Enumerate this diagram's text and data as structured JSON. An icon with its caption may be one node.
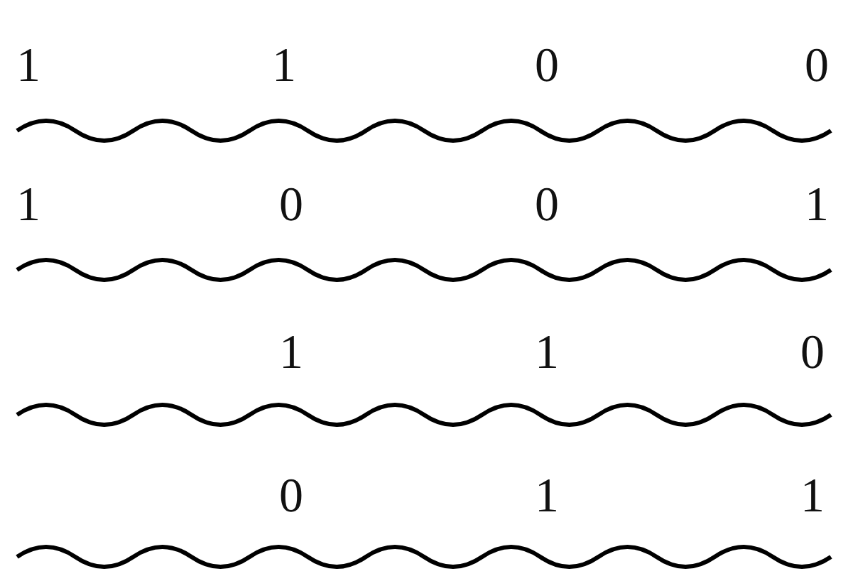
{
  "diagram": {
    "labels": [
      "1",
      "1",
      "0",
      "0",
      "1",
      "0",
      "0",
      "1",
      "1",
      "1",
      "0",
      "0",
      "1",
      "1"
    ]
  }
}
